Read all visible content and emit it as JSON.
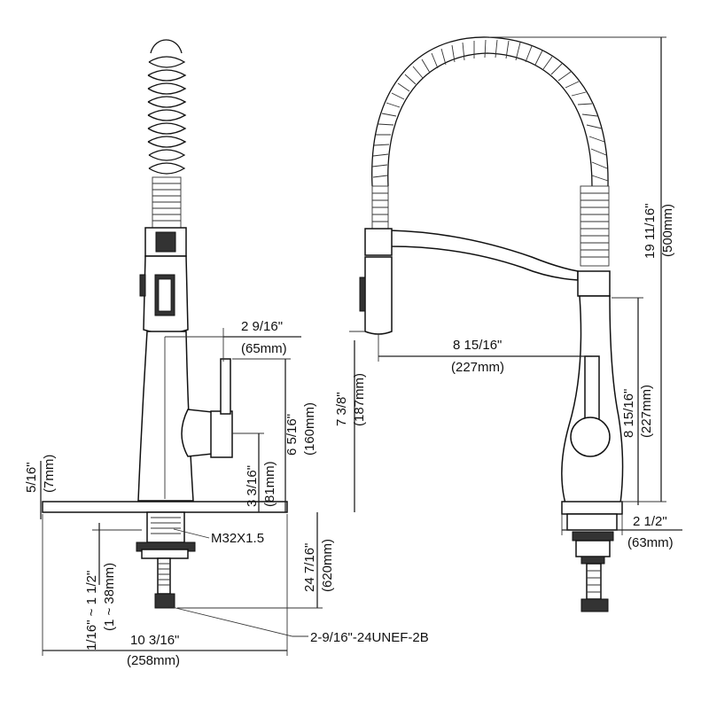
{
  "dimensions": {
    "spout_reach_front": {
      "imperial": "2 9/16\"",
      "metric": "(65mm)"
    },
    "spout_reach_side": {
      "imperial": "8 15/16\"",
      "metric": "(227mm)"
    },
    "handle_height": {
      "imperial": "6 5/16\"",
      "metric": "(160mm)"
    },
    "handle_base_height": {
      "imperial": "3 3/16\"",
      "metric": "(81mm)"
    },
    "deck_plate_thickness": {
      "imperial": "5/16\"",
      "metric": "(7mm)"
    },
    "shank_size": {
      "label": "M32X1.5"
    },
    "shank_length": {
      "imperial": "24 7/16\"",
      "metric": "(620mm)"
    },
    "deck_thickness_range": {
      "imperial": "1/16\" ~ 1 1/2\"",
      "metric": "(1 ~ 38mm)"
    },
    "deck_plate_width": {
      "imperial": "10 3/16\"",
      "metric": "(258mm)"
    },
    "thread_size": {
      "label": "2-9/16\"-24UNEF-2B"
    },
    "spout_height": {
      "imperial": "7 3/8\"",
      "metric": "(187mm)"
    },
    "body_height": {
      "imperial": "8 15/16\"",
      "metric": "(227mm)"
    },
    "total_height": {
      "imperial": "19 11/16\"",
      "metric": "(500mm)"
    },
    "base_diameter": {
      "imperial": "2 1/2\"",
      "metric": "(63mm)"
    }
  }
}
